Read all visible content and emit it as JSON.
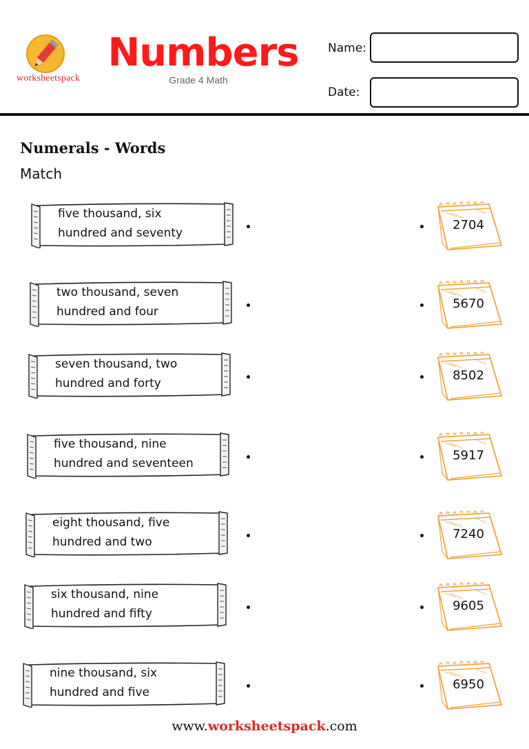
{
  "header": {
    "logo_text": "worksheetspack",
    "title": "Numbers",
    "subtitle": "Grade 4 Math",
    "name_label": "Name:",
    "date_label": "Date:"
  },
  "section": {
    "title": "Numerals - Words",
    "instruction": "Match"
  },
  "words": [
    {
      "line1": "five thousand, six",
      "line2": "hundred and seventy"
    },
    {
      "line1": "two thousand, seven",
      "line2": "hundred and four"
    },
    {
      "line1": "seven thousand, two",
      "line2": "hundred and forty"
    },
    {
      "line1": "five thousand, nine",
      "line2": "hundred and seventeen"
    },
    {
      "line1": "eight thousand, five",
      "line2": "hundred and two"
    },
    {
      "line1": "six thousand, nine",
      "line2": "hundred and fifty"
    },
    {
      "line1": "nine thousand, six",
      "line2": "hundred and five"
    }
  ],
  "numerals": [
    "2704",
    "5670",
    "8502",
    "5917",
    "7240",
    "9605",
    "6950"
  ],
  "footer": {
    "prefix": "www.",
    "brand": "worksheetspack",
    "suffix": ".com"
  },
  "colors": {
    "title": "#ff1a1a",
    "brand": "#d52b2b",
    "calendar": "#f0a53a"
  }
}
